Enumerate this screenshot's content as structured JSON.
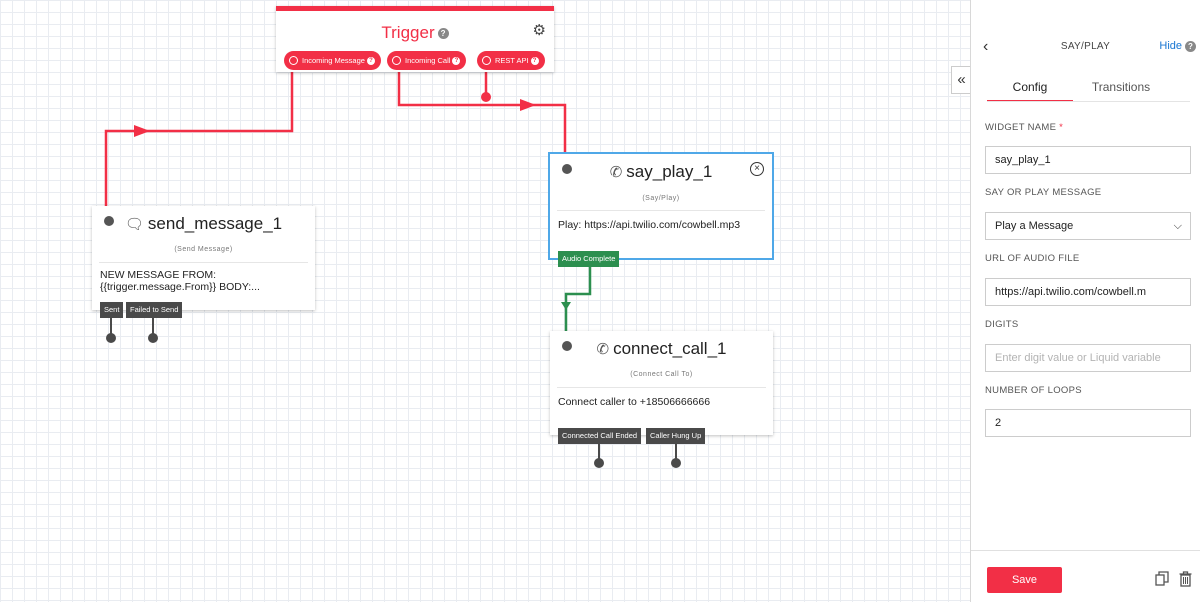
{
  "trigger": {
    "title": "Trigger",
    "ports": [
      "Incoming Message",
      "Incoming Call",
      "REST API"
    ]
  },
  "widgets": {
    "send_message": {
      "name": "send_message_1",
      "type": "(Send Message)",
      "body_line1": "NEW MESSAGE FROM:",
      "body_line2": "{{trigger.message.From}} BODY:...",
      "ports": [
        "Sent",
        "Failed to Send"
      ]
    },
    "say_play": {
      "name": "say_play_1",
      "type": "(Say/Play)",
      "body": "Play: https://api.twilio.com/cowbell.mp3",
      "ports": [
        "Audio Complete"
      ]
    },
    "connect_call": {
      "name": "connect_call_1",
      "type": "(Connect Call To)",
      "body": "Connect caller to +18506666666",
      "ports": [
        "Connected Call Ended",
        "Caller Hung Up"
      ]
    }
  },
  "panel": {
    "title": "SAY/PLAY",
    "hide_label": "Hide",
    "tabs": [
      "Config",
      "Transitions"
    ],
    "active_tab": "Config",
    "fields": {
      "widget_name": {
        "label": "WIDGET NAME",
        "value": "say_play_1"
      },
      "say_or_play": {
        "label": "SAY OR PLAY MESSAGE",
        "value": "Play a Message"
      },
      "audio_url": {
        "label": "URL OF AUDIO FILE",
        "value": "https://api.twilio.com/cowbell.m"
      },
      "digits": {
        "label": "DIGITS",
        "placeholder": "Enter digit value or Liquid variable"
      },
      "loops": {
        "label": "NUMBER OF LOOPS",
        "value": "2"
      }
    },
    "save_label": "Save"
  },
  "colors": {
    "accent": "#f22f46",
    "selected": "#4fa8e8",
    "success": "#2c8f4f",
    "port_dark": "#4a4a4a"
  }
}
